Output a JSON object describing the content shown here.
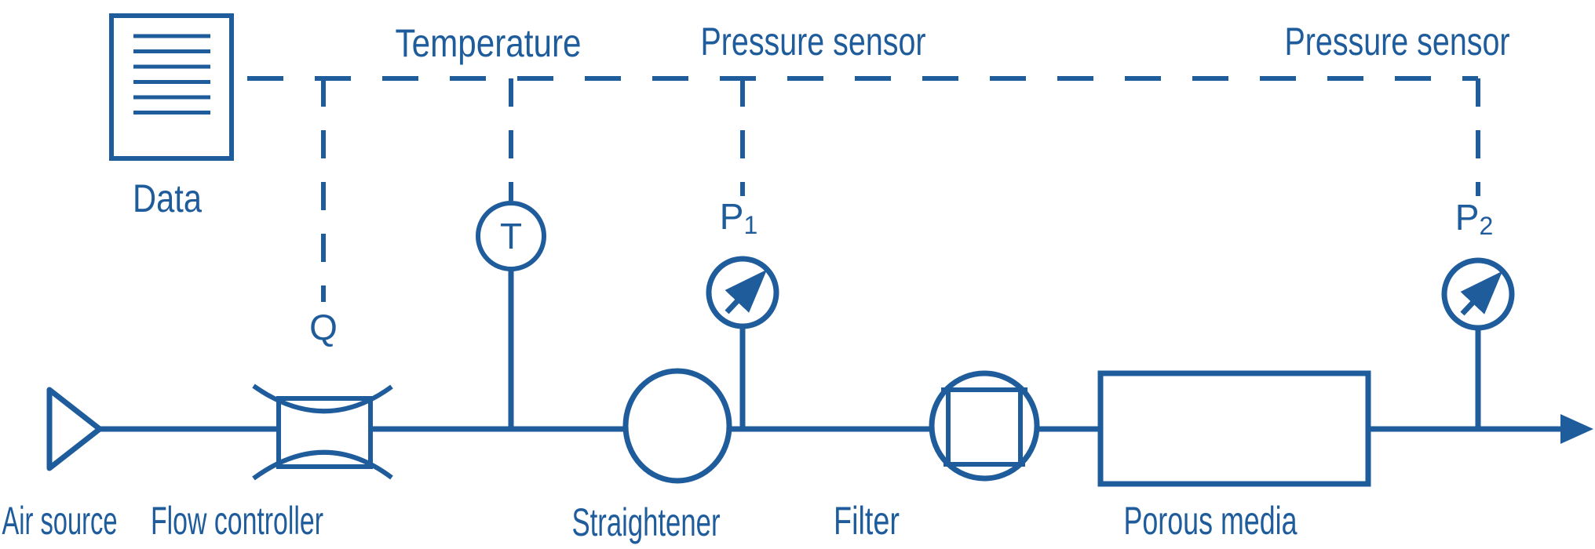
{
  "colors": {
    "ink": "#1f5c9b",
    "porous_fill": "#2a64a6",
    "background": "#ffffff"
  },
  "labels": {
    "temperature": "Temperature",
    "pressure_sensor_1": "Pressure sensor",
    "pressure_sensor_2": "Pressure sensor",
    "data": "Data",
    "air_source": "Air source",
    "flow_controller": "Flow controller",
    "straightener": "Straightener",
    "filter": "Filter",
    "porous_media": "Porous media"
  },
  "sensors": {
    "q": "Q",
    "t": "T",
    "p1": {
      "base": "P",
      "sub": "1"
    },
    "p2": {
      "base": "P",
      "sub": "2"
    }
  }
}
